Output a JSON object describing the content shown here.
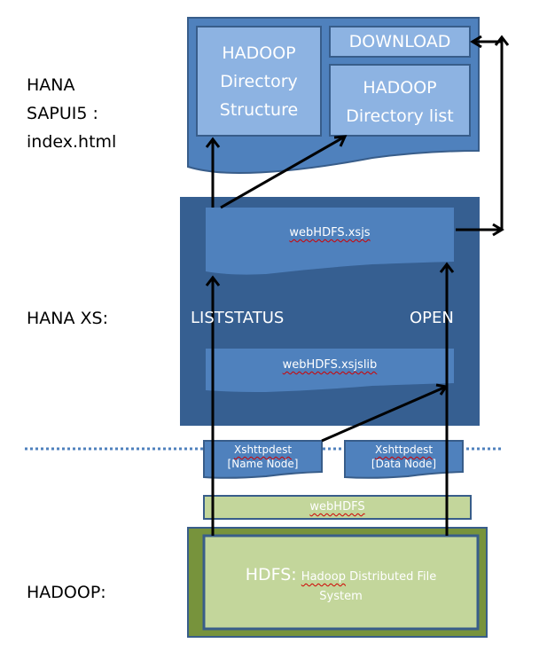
{
  "layers": {
    "sapui5": "HANA SAPUI5 : index.html",
    "sapui5_lines": [
      "HANA",
      "SAPUI5 :",
      "index.html"
    ],
    "xs": "HANA XS:",
    "hadoop": "HADOOP:"
  },
  "ui5_panel": {
    "dir_structure": [
      "HADOOP",
      "Directory",
      "Structure"
    ],
    "download": "DOWNLOAD",
    "dir_list": [
      "HADOOP",
      "Directory list"
    ]
  },
  "xs_panel": {
    "xsjs": "webHDFS.xsjs",
    "xsjslib": "webHDFS.xsjslib",
    "liststatus": "LISTSTATUS",
    "open": "OPEN"
  },
  "destinations": {
    "name_node": [
      "Xshttpdest",
      "[Name Node]"
    ],
    "data_node": [
      "Xshttpdest",
      "[Data Node]"
    ]
  },
  "hadoop_panel": {
    "webhdfs": "webHDFS",
    "hdfs_prefix": "HDFS:",
    "hdfs_word": "Hadoop",
    "hdfs_rest": " Distributed File",
    "hdfs_line2": "System"
  },
  "colors": {
    "ui5_outer": "#4f81bd",
    "ui5_inner": "#8db3e2",
    "xs_outer": "#365f91",
    "xs_inner": "#4f81bd",
    "border": "#385d8a",
    "green_light": "#c3d69b",
    "green_dark": "#77933c",
    "dotted": "#4f81bd"
  }
}
